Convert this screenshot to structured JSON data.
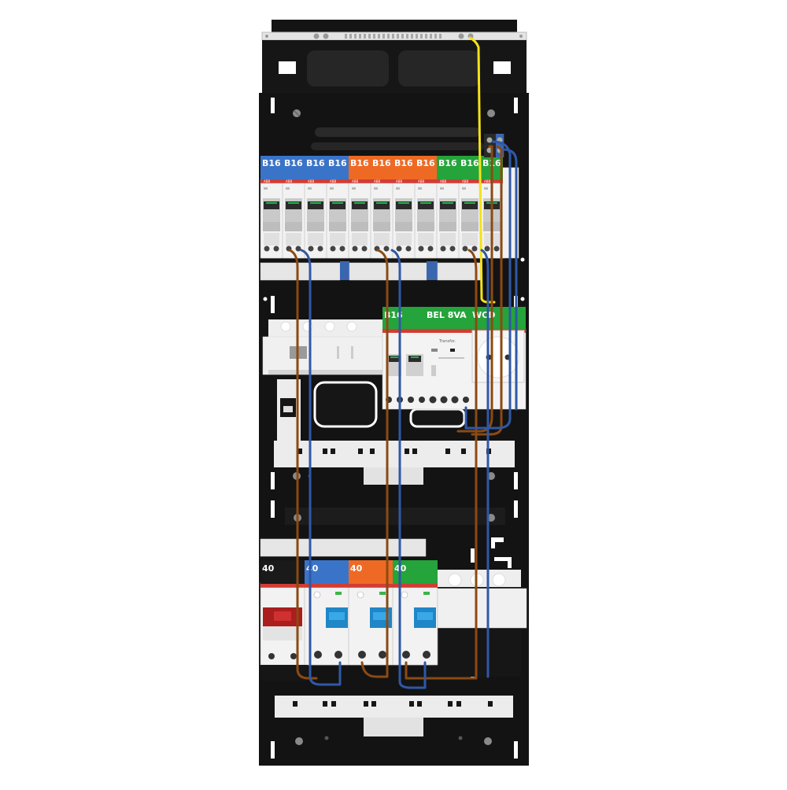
{
  "colors": {
    "frame": "#141414",
    "blue": "#3a74c8",
    "orange": "#ee6a24",
    "green": "#24a43a",
    "black": "#1a1a1a",
    "red_stripe": "#d23c34",
    "brown_wire": "#8b4a13",
    "blue_wire": "#2f58a6",
    "yellow_wire": "#f4e21a",
    "rail": "#dcdcdc",
    "module": "#f2f2f2"
  },
  "top_row": {
    "breakers": [
      {
        "label": "B16",
        "group": "blue"
      },
      {
        "label": "B16",
        "group": "blue"
      },
      {
        "label": "B16",
        "group": "blue"
      },
      {
        "label": "B16",
        "group": "blue"
      },
      {
        "label": "B16",
        "group": "orange"
      },
      {
        "label": "B16",
        "group": "orange"
      },
      {
        "label": "B16",
        "group": "orange"
      },
      {
        "label": "B16",
        "group": "orange"
      },
      {
        "label": "B16",
        "group": "green"
      },
      {
        "label": "B16",
        "group": "green"
      },
      {
        "label": "B16",
        "group": "green"
      }
    ],
    "brand": "ABB"
  },
  "middle_row": {
    "modules": [
      {
        "label": "B16",
        "group": "green"
      },
      {
        "label": "BEL 8VA",
        "group": "green"
      },
      {
        "label": "WCD",
        "group": "green"
      }
    ],
    "bell_text": "Transfor."
  },
  "bottom_row": {
    "modules": [
      {
        "label": "40",
        "group": "black",
        "type": "main-switch"
      },
      {
        "label": "40",
        "group": "blue",
        "type": "rcd"
      },
      {
        "label": "40",
        "group": "orange",
        "type": "rcd"
      },
      {
        "label": "40",
        "group": "green",
        "type": "rcd"
      }
    ]
  },
  "icons": [
    "mounting-screw-icon",
    "terminal-screw-icon",
    "breaker-toggle-icon",
    "test-button-icon",
    "socket-outlet-icon"
  ]
}
